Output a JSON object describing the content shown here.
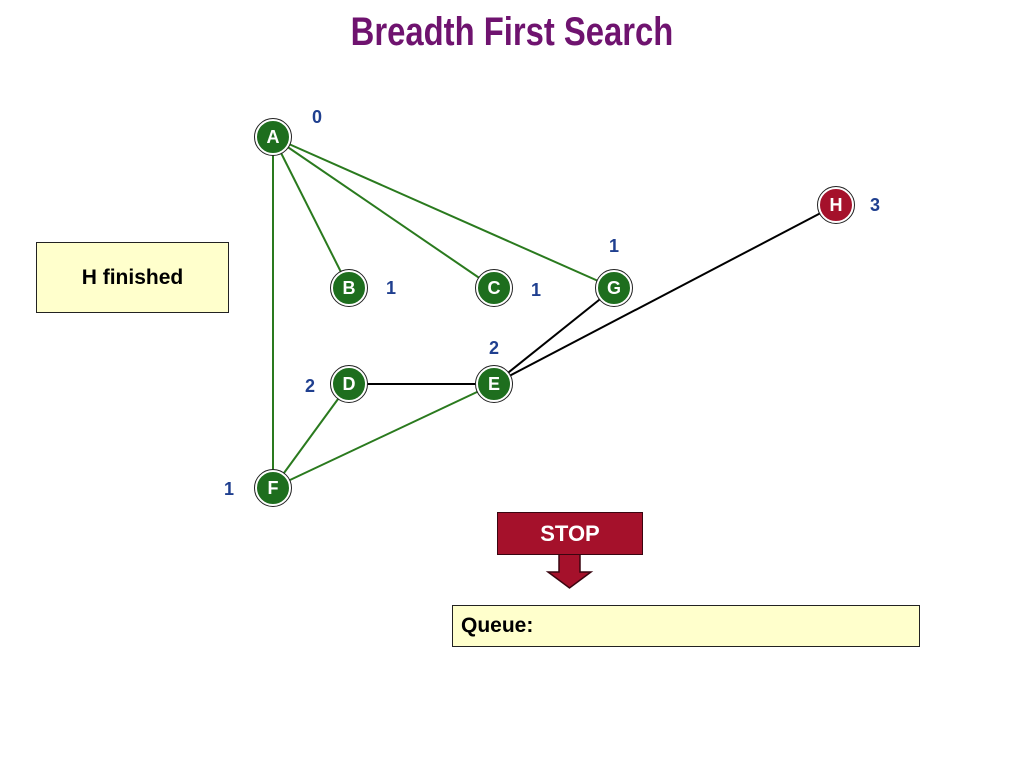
{
  "title": "Breadth First Search",
  "status_text": "H finished",
  "stop_label": "STOP",
  "queue_label": "Queue:",
  "colors": {
    "title": "#6f136f",
    "node_visited": "#1e6e1e",
    "node_current": "#a5112b",
    "tree_edge": "#2a7a1e",
    "non_tree_edge": "#000000",
    "distance_text": "#1f3f8f",
    "box_fill": "#ffffcc",
    "stop_fill": "#a5112b"
  },
  "nodes": [
    {
      "id": "A",
      "label": "A",
      "distance": "0",
      "state": "visited"
    },
    {
      "id": "B",
      "label": "B",
      "distance": "1",
      "state": "visited"
    },
    {
      "id": "C",
      "label": "C",
      "distance": "1",
      "state": "visited"
    },
    {
      "id": "G",
      "label": "G",
      "distance": "1",
      "state": "visited"
    },
    {
      "id": "H",
      "label": "H",
      "distance": "3",
      "state": "current"
    },
    {
      "id": "D",
      "label": "D",
      "distance": "2",
      "state": "visited"
    },
    {
      "id": "E",
      "label": "E",
      "distance": "2",
      "state": "visited"
    },
    {
      "id": "F",
      "label": "F",
      "distance": "1",
      "state": "visited"
    }
  ],
  "edges": [
    {
      "from": "A",
      "to": "B",
      "type": "tree"
    },
    {
      "from": "A",
      "to": "C",
      "type": "tree"
    },
    {
      "from": "A",
      "to": "G",
      "type": "tree"
    },
    {
      "from": "A",
      "to": "F",
      "type": "tree"
    },
    {
      "from": "F",
      "to": "D",
      "type": "tree"
    },
    {
      "from": "F",
      "to": "E",
      "type": "tree"
    },
    {
      "from": "D",
      "to": "E",
      "type": "non-tree"
    },
    {
      "from": "G",
      "to": "E",
      "type": "non-tree"
    },
    {
      "from": "E",
      "to": "H",
      "type": "non-tree"
    }
  ]
}
